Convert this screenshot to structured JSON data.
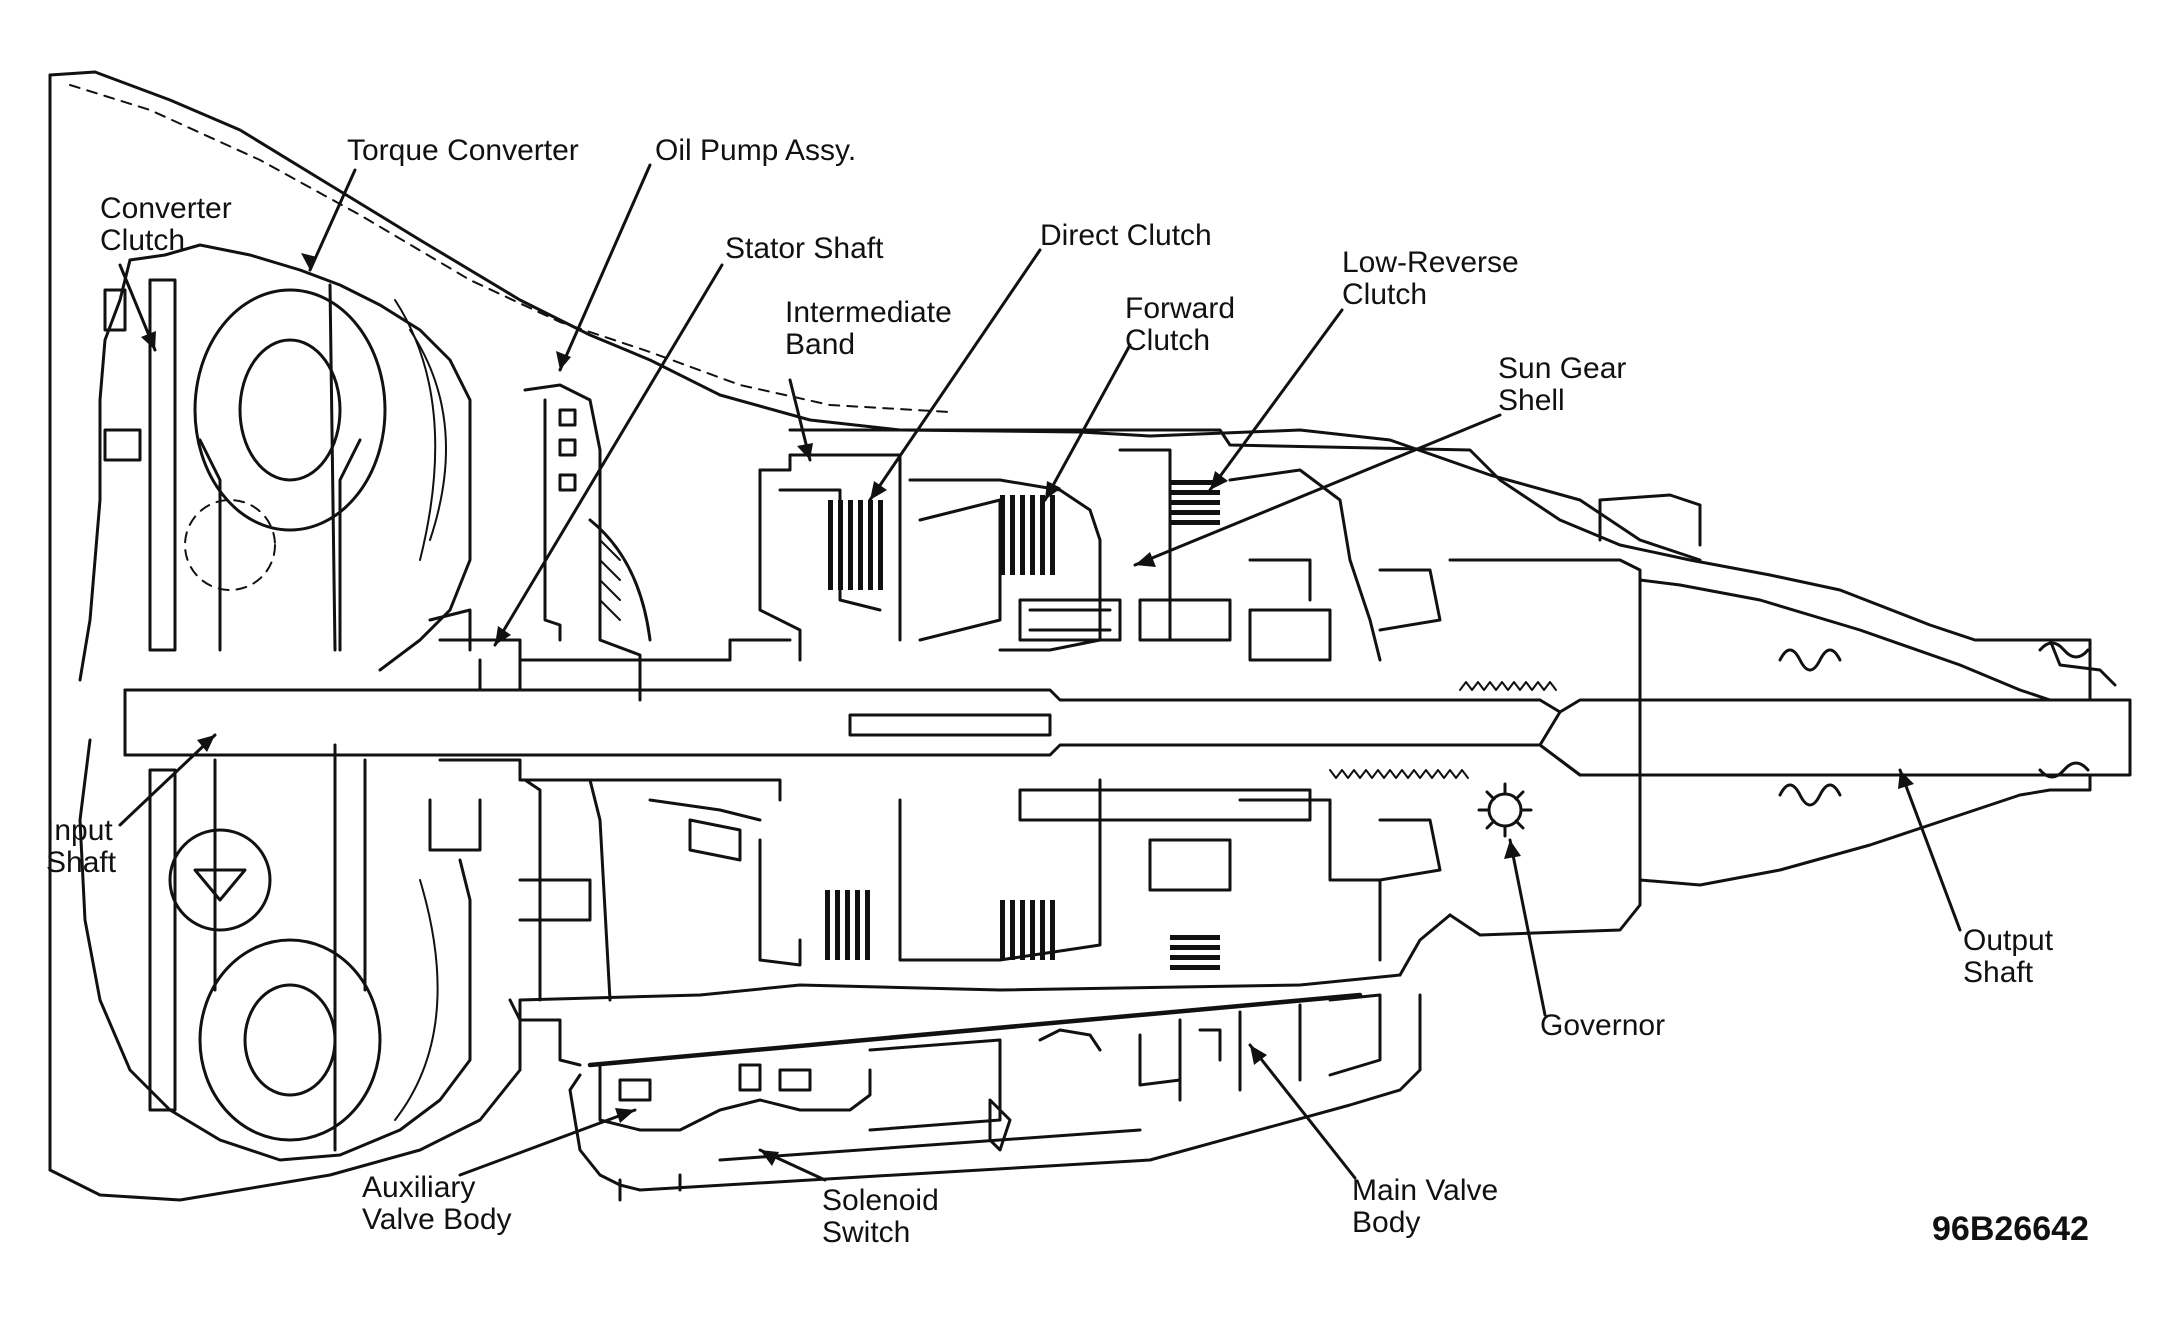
{
  "labels": {
    "torque_converter": "Torque Converter",
    "oil_pump": "Oil Pump Assy.",
    "converter_clutch_1": "Converter",
    "converter_clutch_2": "Clutch",
    "stator_shaft": "Stator Shaft",
    "direct_clutch": "Direct Clutch",
    "low_reverse_1": "Low-Reverse",
    "low_reverse_2": "Clutch",
    "intermediate_band_1": "Intermediate",
    "intermediate_band_2": "Band",
    "forward_clutch_1": "Forward",
    "forward_clutch_2": "Clutch",
    "sun_gear_1": "Sun Gear",
    "sun_gear_2": "Shell",
    "input_shaft_1": "Input",
    "input_shaft_2": "Shaft",
    "output_shaft_1": "Output",
    "output_shaft_2": "Shaft",
    "governor": "Governor",
    "auxiliary_valve_1": "Auxiliary",
    "auxiliary_valve_2": "Valve Body",
    "solenoid_1": "Solenoid",
    "solenoid_2": "Switch",
    "main_valve_1": "Main Valve",
    "main_valve_2": "Body"
  },
  "figure_code": "96B26642"
}
